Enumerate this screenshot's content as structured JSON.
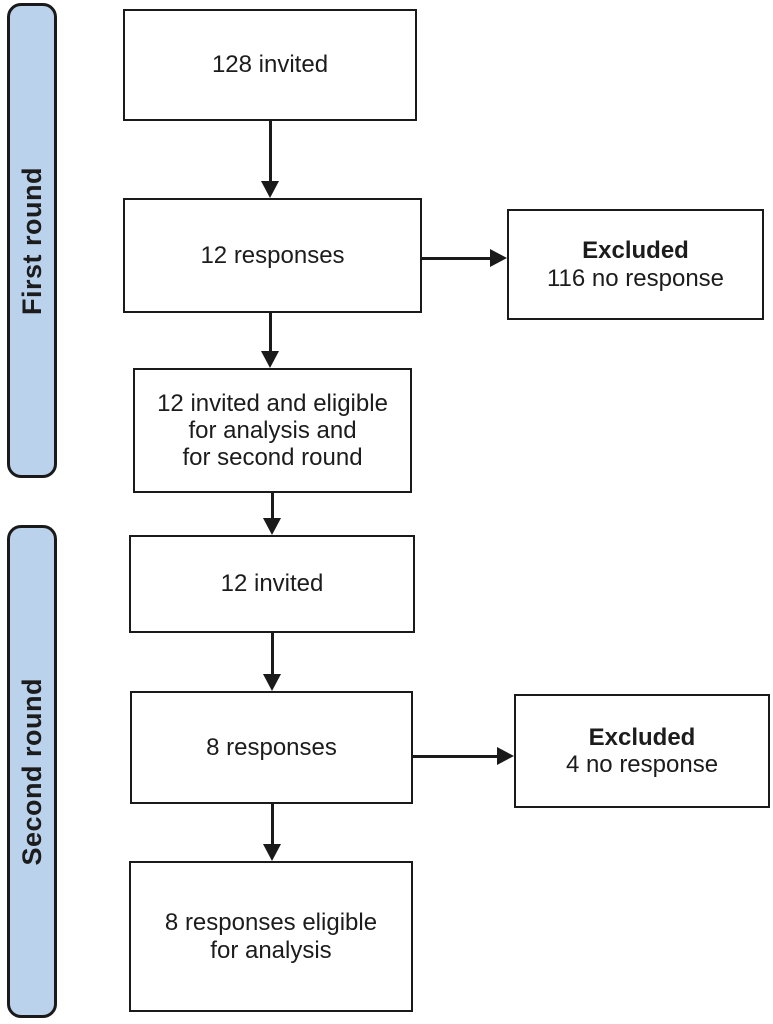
{
  "palette": {
    "box_bg": "#ffffff",
    "box_border": "#1a1a1a",
    "text": "#1c1c1c",
    "round_fill": "#bad2ec",
    "round_border": "#1a1a1a"
  },
  "rounds": [
    {
      "label": "First round"
    },
    {
      "label": "Second round"
    }
  ],
  "first_round": {
    "invited": "128 invited",
    "responses": "12 responses",
    "excluded_title": "Excluded",
    "excluded_detail": "116 no response",
    "eligible": "12 invited and eligible\nfor analysis and\nfor second round"
  },
  "second_round": {
    "invited": "12 invited",
    "responses": "8 responses",
    "excluded_title": "Excluded",
    "excluded_detail": "4 no response",
    "eligible": "8 responses eligible\nfor analysis"
  }
}
